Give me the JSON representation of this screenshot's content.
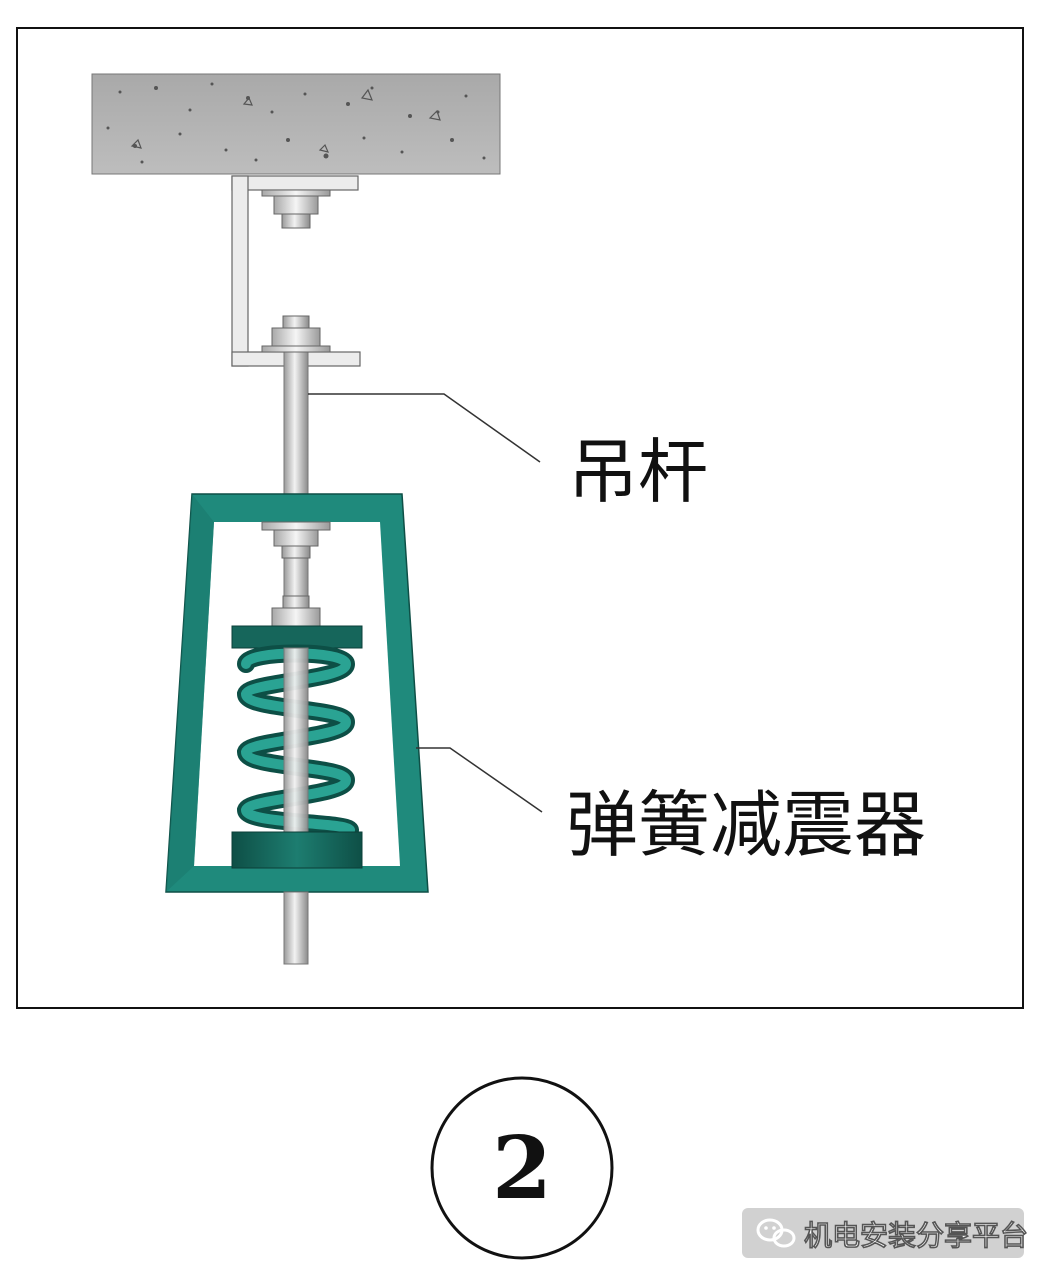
{
  "labels": {
    "rod": "吊杆",
    "spring": "弹簧减震器"
  },
  "figure_number": "2",
  "watermark": {
    "text": "机电安装分享平台",
    "icon": "wechat-icon"
  },
  "colors": {
    "frame": "#1f8a7c",
    "frame_dark": "#146056",
    "concrete": "#b4b4b4",
    "steel": "#d4d4d4",
    "leader": "#333333"
  }
}
